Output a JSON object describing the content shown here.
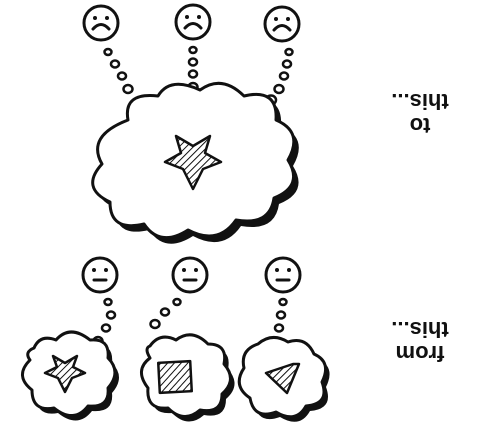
{
  "captions": {
    "top_line1": "to",
    "top_line2": "this...",
    "bottom_line1": "from",
    "bottom_line2": "this..."
  },
  "shape_icons": [
    "star",
    "square",
    "triangle"
  ],
  "colors": {
    "ink": "#111111",
    "background": "#ffffff"
  }
}
